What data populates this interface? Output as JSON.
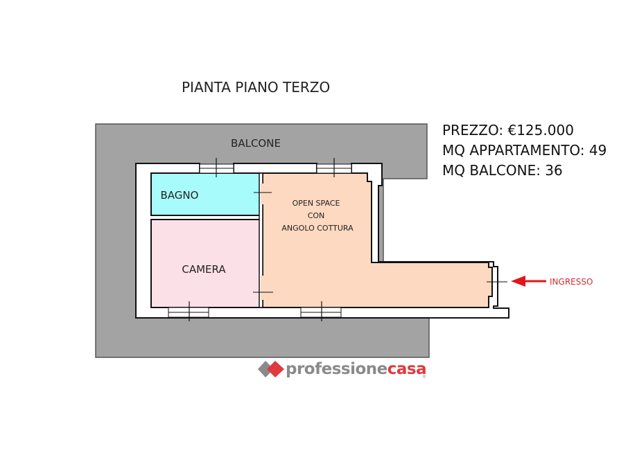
{
  "title": "PIANTA PIANO TERZO",
  "info": {
    "price": "PREZZO: €125.000",
    "sqm_apartment": "MQ APPARTAMENTO: 49",
    "sqm_balcony": "MQ BALCONE: 36"
  },
  "rooms": {
    "balcony": "BALCONE",
    "bathroom": "BAGNO",
    "bedroom": "CAMERA",
    "open_space_line1": "OPEN SPACE",
    "open_space_line2": "CON",
    "open_space_line3": "ANGOLO COTTURA"
  },
  "entrance": "INGRESSO",
  "colors": {
    "balcony": "#a3a3a3",
    "bathroom": "#a8fbfb",
    "bedroom": "#fce0e8",
    "open_space": "#fcd9c0",
    "entrance_arrow": "#e3141b"
  },
  "logo": {
    "part1": "professione",
    "part2": "casa",
    "reg": "®"
  }
}
